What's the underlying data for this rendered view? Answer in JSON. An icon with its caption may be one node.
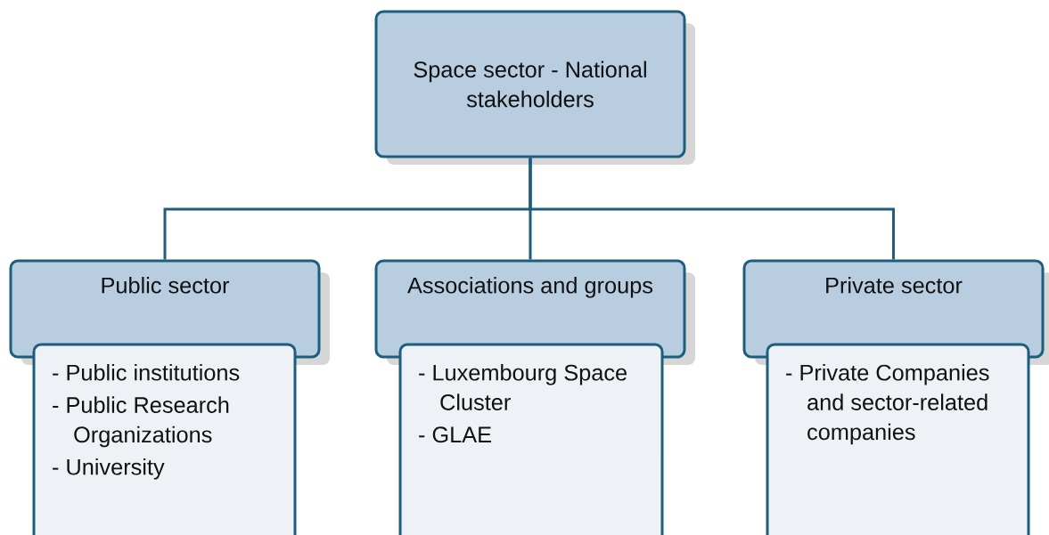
{
  "diagram": {
    "nodes": [
      {
        "text": [
          "Space sector - National stakeholders"
        ]
      },
      {
        "text": [
          "Public sector"
        ]
      },
      {
        "text": [
          "Associations and groups"
        ]
      },
      {
        "text": [
          "Private sector"
        ]
      },
      {
        "text": [
          "- Public institutions",
          "- Public Research Organizations",
          "- University"
        ]
      },
      {
        "text": [
          "- Luxembourg Space Cluster",
          "- GLAE"
        ]
      },
      {
        "text": [
          "- Private Companies and sector-related companies"
        ]
      }
    ],
    "edges": [
      {
        "from": 0,
        "to": 1,
        "arrow": "none"
      },
      {
        "from": 0,
        "to": 2,
        "arrow": "none"
      },
      {
        "from": 0,
        "to": 3,
        "arrow": "none"
      }
    ]
  }
}
